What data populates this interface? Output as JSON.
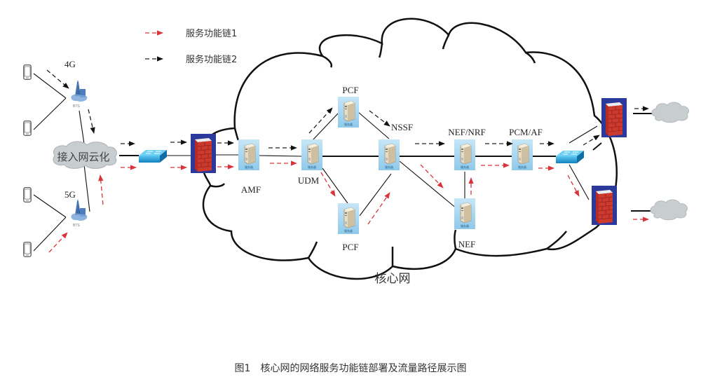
{
  "legend": {
    "items": [
      {
        "label": "服务功能链1",
        "color": "#d8343c",
        "style": "dashed-arrow"
      },
      {
        "label": "服务功能链2",
        "color": "#222222",
        "style": "dashed-arrow"
      }
    ]
  },
  "access": {
    "bts_4g_label": "4G",
    "bts_5g_label": "5G",
    "bts_icon_text": "BTS",
    "cloud_label": "接入网云化"
  },
  "core": {
    "label": "核心网",
    "nodes": {
      "amf": "AMF",
      "udm": "UDM",
      "pcf_top": "PCF",
      "pcf_bottom": "PCF",
      "nssf": "NSSF",
      "nef_nrf": "NEF/NRF",
      "nef": "NEF",
      "pcm_af": "PCM/AF"
    },
    "server_icon_text": "服务器"
  },
  "caption": "图1　核心网的网络服务功能链部署及流量路径展示图",
  "colors": {
    "chain1": "#d8343c",
    "chain2": "#222222",
    "server_bg": "#a9d6ef",
    "firewall_bg": "#2b3a9a",
    "firewall_brick": "#b82a26",
    "switch": "#1aa0d8",
    "cloud_fill": "#c8cdd0"
  }
}
